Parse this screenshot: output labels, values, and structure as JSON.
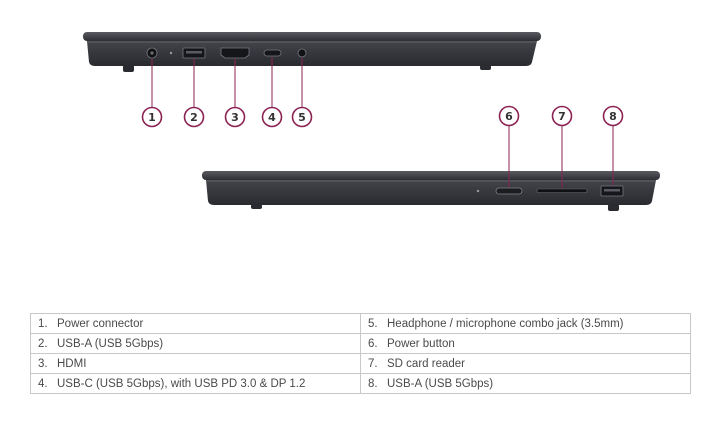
{
  "callouts": [
    "1",
    "2",
    "3",
    "4",
    "5",
    "6",
    "7",
    "8"
  ],
  "colors": {
    "callout_ring": "#8b2252",
    "chassis": "#3b3c42",
    "chassis_dark": "#2a2b30",
    "table_border": "#c8c8c8"
  },
  "legend": {
    "rows": [
      {
        "left_num": "1.",
        "left_text": "Power connector",
        "right_num": "5.",
        "right_text": "Headphone / microphone combo jack (3.5mm)"
      },
      {
        "left_num": "2.",
        "left_text": "USB-A (USB 5Gbps)",
        "right_num": "6.",
        "right_text": "Power button"
      },
      {
        "left_num": "3.",
        "left_text": "HDMI",
        "right_num": "7.",
        "right_text": "SD card reader"
      },
      {
        "left_num": "4.",
        "left_text": "USB-C (USB 5Gbps), with USB PD 3.0 & DP 1.2",
        "right_num": "8.",
        "right_text": "USB-A (USB 5Gbps)"
      }
    ]
  }
}
